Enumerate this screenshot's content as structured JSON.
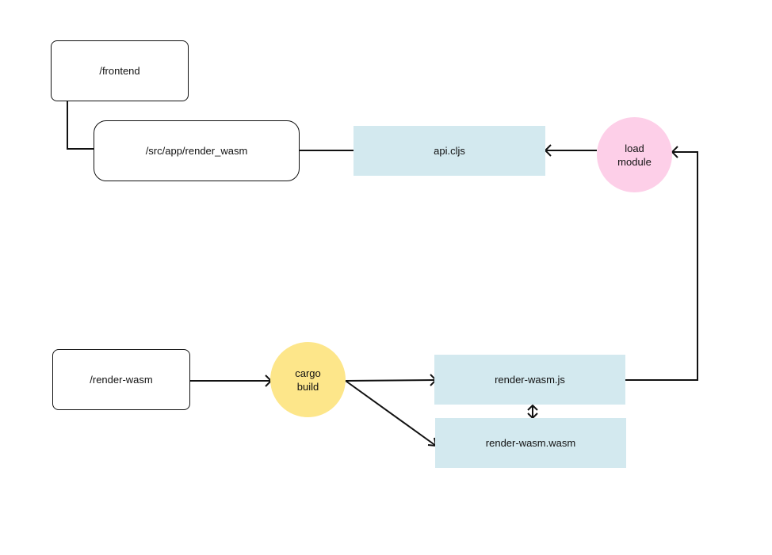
{
  "nodes": {
    "frontend": {
      "label": "/frontend"
    },
    "render_wasm_dir": {
      "label": "/src/app/render_wasm"
    },
    "api_cljs": {
      "label": "api.cljs"
    },
    "load_module": {
      "line1": "load",
      "line2": "module"
    },
    "render_wasm_src": {
      "label": "/render-wasm"
    },
    "cargo_build": {
      "line1": "cargo",
      "line2": "build"
    },
    "render_wasm_js": {
      "label": "render-wasm.js"
    },
    "render_wasm_wasm": {
      "label": "render-wasm.wasm"
    }
  },
  "colors": {
    "file_box": "#d3e9ef",
    "load_module_circle": "#fdcfe8",
    "cargo_build_circle": "#fde68a",
    "line": "#111111"
  }
}
